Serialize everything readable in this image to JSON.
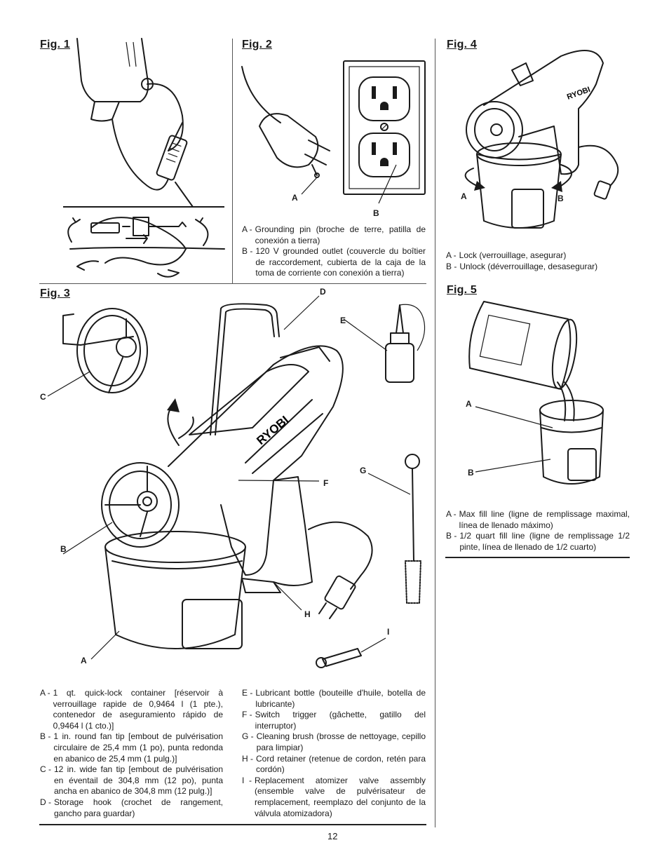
{
  "fig1": {
    "title": "Fig. 1"
  },
  "fig2": {
    "title": "Fig. 2",
    "callouts": {
      "a": "A",
      "b": "B"
    },
    "legend": [
      {
        "key": "A -",
        "text": "Grounding pin (broche de terre, patilla de conexión a tierra)"
      },
      {
        "key": "B -",
        "text": "120 V grounded outlet (couvercle du boîtier de raccordement, cubierta de la caja de la toma de corriente con conexión a tierra)"
      }
    ]
  },
  "fig3": {
    "title": "Fig. 3",
    "brand": "RYOBI",
    "callouts": {
      "a": "A",
      "b": "B",
      "c": "C",
      "d": "D",
      "e": "E",
      "f": "F",
      "g": "G",
      "h": "H",
      "i": "I"
    },
    "legend_left": [
      {
        "key": "A -",
        "text": "1 qt. quick-lock container [réservoir à verrouillage rapide de 0,9464 l (1 pte.), contenedor de aseguramiento rápido de 0,9464 l (1 cto.)]"
      },
      {
        "key": "B -",
        "text": "1 in. round fan tip [embout de pulvérisation circulaire de 25,4 mm (1 po), punta redonda en abanico de 25,4 mm (1 pulg.)]"
      },
      {
        "key": "C -",
        "text": "12 in. wide fan tip [embout de pulvérisation en éventail de 304,8 mm (12 po), punta ancha en abanico de 304,8 mm (12 pulg.)]"
      },
      {
        "key": "D -",
        "text": "Storage hook (crochet de rangement, gancho para guardar)"
      }
    ],
    "legend_right": [
      {
        "key": "E -",
        "text": "Lubricant bottle (bouteille d'huile, botella de lubricante)"
      },
      {
        "key": "F -",
        "text": "Switch trigger (gâchette, gatillo del interruptor)"
      },
      {
        "key": "G -",
        "text": "Cleaning brush (brosse de nettoyage, cepillo para limpiar)"
      },
      {
        "key": "H -",
        "text": "Cord retainer (retenue de cordon, retén para cordón)"
      },
      {
        "key": "I  -",
        "text": "Replacement atomizer valve assembly (ensemble valve de pulvérisateur de remplacement, reemplazo del conjunto de la válvula atomizadora)"
      }
    ]
  },
  "fig4": {
    "title": "Fig. 4",
    "brand": "RYOBI",
    "callouts": {
      "a": "A",
      "b": "B"
    },
    "legend": [
      {
        "key": "A -",
        "text": "Lock (verrouillage, asegurar)"
      },
      {
        "key": "B -",
        "text": "Unlock (déverrouillage, desasegurar)"
      }
    ]
  },
  "fig5": {
    "title": "Fig. 5",
    "callouts": {
      "a": "A",
      "b": "B"
    },
    "legend": [
      {
        "key": "A -",
        "text": "Max fill line (ligne de remplissage maximal, línea de llenado máximo)"
      },
      {
        "key": "B -",
        "text": "1/2 quart fill line (ligne de remplissage 1/2 pinte, línea de llenado de 1/2 cuarto)"
      }
    ]
  },
  "page_number": "12"
}
